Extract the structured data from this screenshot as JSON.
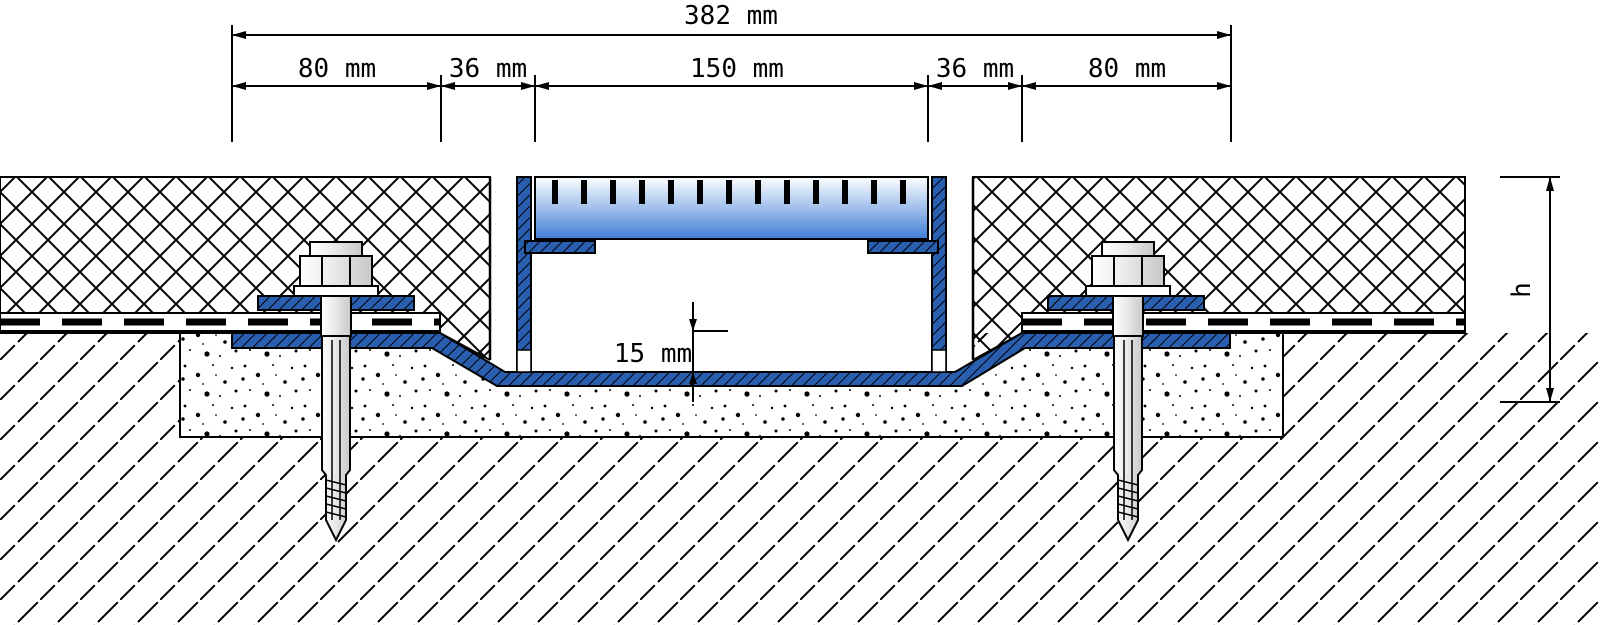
{
  "dimensions": {
    "overall": "382 mm",
    "segments": [
      "80 mm",
      "36 mm",
      "150 mm",
      "36 mm",
      "80 mm"
    ],
    "depth": "15 mm",
    "height": "h"
  },
  "colors": {
    "line": "#000000",
    "channel_blue": "#2a5fb0",
    "grate_gradient_top": "#ffffff",
    "grate_gradient_bottom": "#3f7fd6",
    "background": "#ffffff"
  }
}
